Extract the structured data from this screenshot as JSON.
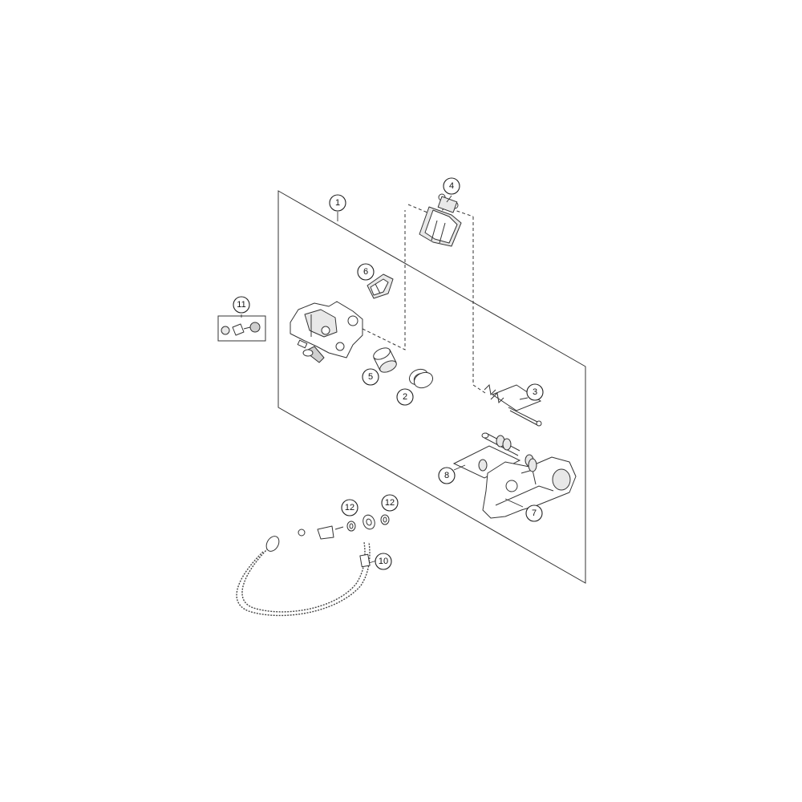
{
  "callouts": [
    {
      "id": "c1",
      "label": "1"
    },
    {
      "id": "c2",
      "label": "2"
    },
    {
      "id": "c3",
      "label": "3"
    },
    {
      "id": "c4",
      "label": "4"
    },
    {
      "id": "c5",
      "label": "5"
    },
    {
      "id": "c6",
      "label": "6"
    },
    {
      "id": "c7",
      "label": "7"
    },
    {
      "id": "c8",
      "label": "8"
    },
    {
      "id": "c10",
      "label": "10"
    },
    {
      "id": "c11",
      "label": "11"
    },
    {
      "id": "c12a",
      "label": "12"
    },
    {
      "id": "c12b",
      "label": "12"
    }
  ]
}
